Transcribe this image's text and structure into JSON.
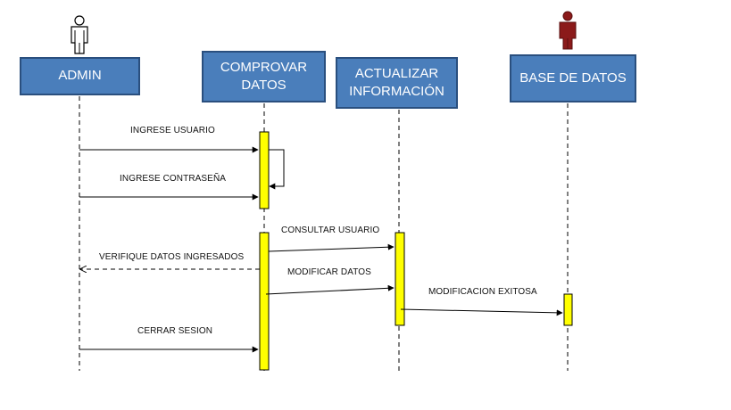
{
  "actors": [
    {
      "name": "ADMIN",
      "icon": "person-icon",
      "icon_color": "#ffffff"
    },
    {
      "name": "COMPROVAR\nDATOS"
    },
    {
      "name": "ACTUALIZAR\nINFORMACIÓN"
    },
    {
      "name": "BASE DE DATOS",
      "icon": "person-icon",
      "icon_color": "#8b1a1a"
    }
  ],
  "messages": [
    {
      "label": "INGRESE USUARIO",
      "from": "ADMIN",
      "to": "COMPROVAR DATOS",
      "style": "solid"
    },
    {
      "label": "INGRESE CONTRASEÑA",
      "from": "ADMIN",
      "to": "COMPROVAR DATOS",
      "style": "solid"
    },
    {
      "label": "CONSULTAR USUARIO",
      "from": "COMPROVAR DATOS",
      "to": "ACTUALIZAR INFORMACIÓN",
      "style": "solid"
    },
    {
      "label": "VERIFIQUE DATOS INGRESADOS",
      "from": "COMPROVAR DATOS",
      "to": "ADMIN",
      "style": "dashed"
    },
    {
      "label": "MODIFICAR DATOS",
      "from": "COMPROVAR DATOS",
      "to": "ACTUALIZAR INFORMACIÓN",
      "style": "solid"
    },
    {
      "label": "MODIFICACION EXITOSA",
      "from": "ACTUALIZAR INFORMACIÓN",
      "to": "BASE DE DATOS",
      "style": "solid"
    },
    {
      "label": "CERRAR SESION",
      "from": "ADMIN",
      "to": "COMPROVAR DATOS",
      "style": "solid"
    }
  ],
  "colors": {
    "box_fill": "#4a7ebb",
    "box_border": "#2a4f7e",
    "activation_fill": "#ffff00",
    "line": "#000000"
  }
}
